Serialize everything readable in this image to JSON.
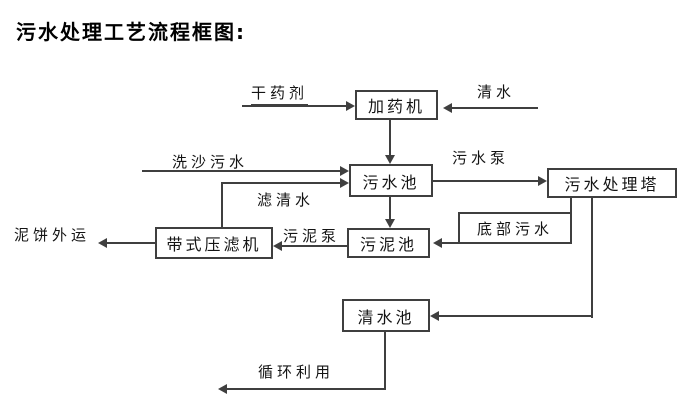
{
  "title": "污水处理工艺流程框图:",
  "boxes": {
    "dosing_machine": {
      "label": "加药机"
    },
    "sewage_pool": {
      "label": "污水池"
    },
    "treatment_tower": {
      "label": "污水处理塔"
    },
    "sludge_pool": {
      "label": "污泥池"
    },
    "belt_filter_press": {
      "label": "带式压滤机"
    },
    "clear_water_pool": {
      "label": "清水池"
    }
  },
  "flow_labels": {
    "dry_agent": "干药剂",
    "clear_water": "清水",
    "sand_washing_sewage": "洗沙污水",
    "sewage_pump": "污水泵",
    "filtered_clear_water": "滤清水",
    "sludge_pump": "污泥泵",
    "bottom_sewage": "底部污水",
    "mud_cake_transport": "泥饼外运",
    "recycling": "循环利用"
  },
  "colors": {
    "line": "#3f3f3f",
    "text": "#141414",
    "background": "#ffffff"
  }
}
